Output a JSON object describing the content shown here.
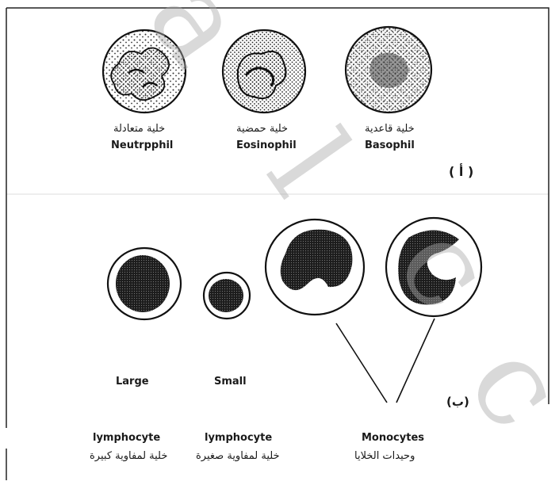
{
  "panel_a": {
    "marker": "( أ )",
    "cells": [
      {
        "arabic": "خلية متعادلة",
        "english": "Neutrpphil"
      },
      {
        "arabic": "خلية حمضية",
        "english": "Eosinophil"
      },
      {
        "arabic": "خلية قاعدية",
        "english": "Basophil"
      }
    ]
  },
  "panel_b": {
    "marker": "(ب)",
    "large_word": "Large",
    "small_word": "Small",
    "large_lymph": {
      "english": "lymphocyte",
      "arabic": "خلية لمفاوية كبيرة"
    },
    "small_lymph": {
      "english": "lymphocyte",
      "arabic": "خلية لمفاوية صغيرة"
    },
    "monocytes": {
      "english": "Monocytes",
      "arabic": "وحيدات الخلايا"
    }
  },
  "watermark": [
    "a",
    "l",
    "c",
    "c"
  ],
  "colors": {
    "ink": "#1a1a1a",
    "watermark": "#aaaaaa",
    "background": "#ffffff"
  }
}
